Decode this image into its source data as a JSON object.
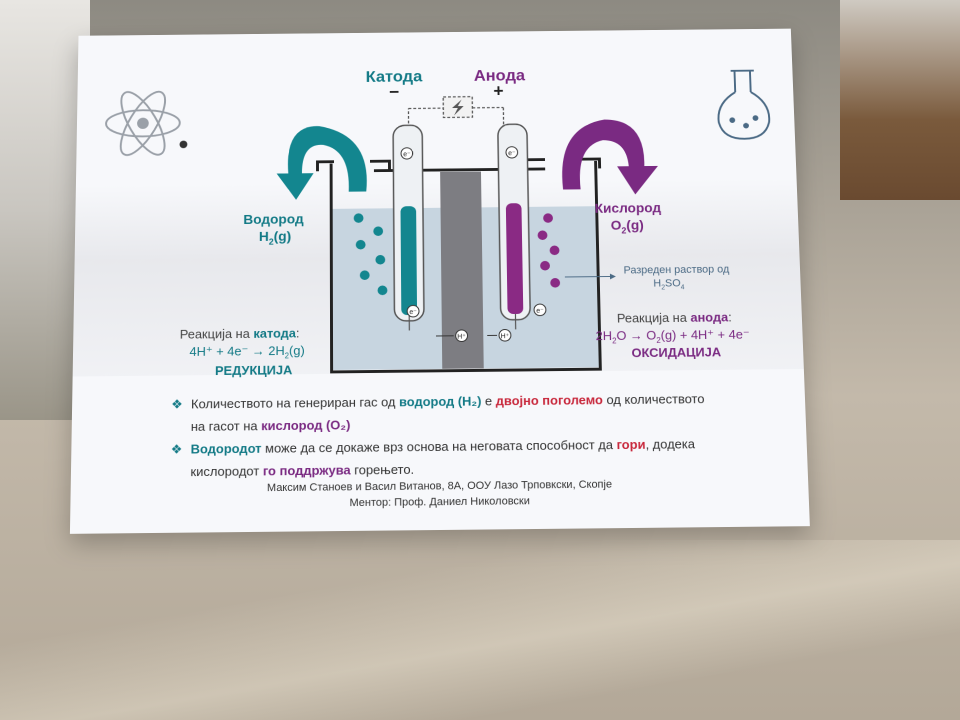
{
  "header": {
    "cathode_label": "Катода",
    "cathode_sign": "−",
    "anode_label": "Анода",
    "anode_sign": "+"
  },
  "gases": {
    "hydrogen_name": "Водород",
    "hydrogen_formula": "H",
    "hydrogen_sub": "2",
    "hydrogen_state": "(g)",
    "oxygen_name": "Кислород",
    "oxygen_formula": "O",
    "oxygen_sub": "2",
    "oxygen_state": "(g)"
  },
  "solution": {
    "label_line1": "Разреден раствор од",
    "label_line2_main": "H",
    "label_line2_sub1": "2",
    "label_line2_mid": "SO",
    "label_line2_sub2": "4"
  },
  "particles": {
    "electron": "e⁻",
    "proton": "H⁺"
  },
  "cathode_reaction": {
    "title_prefix": "Реакција на ",
    "title_key": "катода",
    "title_suffix": ":",
    "equation_a": "4H⁺ + 4e⁻ → 2H",
    "equation_sub": "2",
    "equation_b": "(g)",
    "type": "РЕДУКЦИЈА"
  },
  "anode_reaction": {
    "title_prefix": "Реакција на ",
    "title_key": "анода",
    "title_suffix": ":",
    "eq_a": "2H",
    "eq_sub1": "2",
    "eq_b": "O → O",
    "eq_sub2": "2",
    "eq_c": "(g) + 4H⁺ + 4e⁻",
    "type": "ОКСИДАЦИЈА"
  },
  "bullets": {
    "b1_t1": "Количеството на генериран гас од ",
    "b1_t2": "водород (H₂)",
    "b1_t3": " е ",
    "b1_t4": "двојно поголемо",
    "b1_t5": " од количеството",
    "b1_t6": "на гасот на ",
    "b1_t7": "кислород (O₂)",
    "b2_t1": "Водородот",
    "b2_t2": " може да се докаже врз основа на неговата способност да ",
    "b2_t3": "гори",
    "b2_t4": ", додека",
    "b2_t5": "кислородот ",
    "b2_t6": "го поддржува",
    "b2_t7": " горењето."
  },
  "credits": {
    "authors": "Максим Станоев и Васил Витанов, 8А, ООУ Лазо Трповкски, Скопје",
    "mentor": "Ментор: Проф. Даниел Николовски"
  },
  "icons": {
    "atom": "atom-icon",
    "flask": "flask-icon",
    "battery": "lightning-icon",
    "bullet": "diamond-icon"
  },
  "colors": {
    "teal": "#137a86",
    "purple": "#7a2a82",
    "red": "#c8283c",
    "electrolyte": "#c7d5e0",
    "separator": "#7d7d82"
  }
}
